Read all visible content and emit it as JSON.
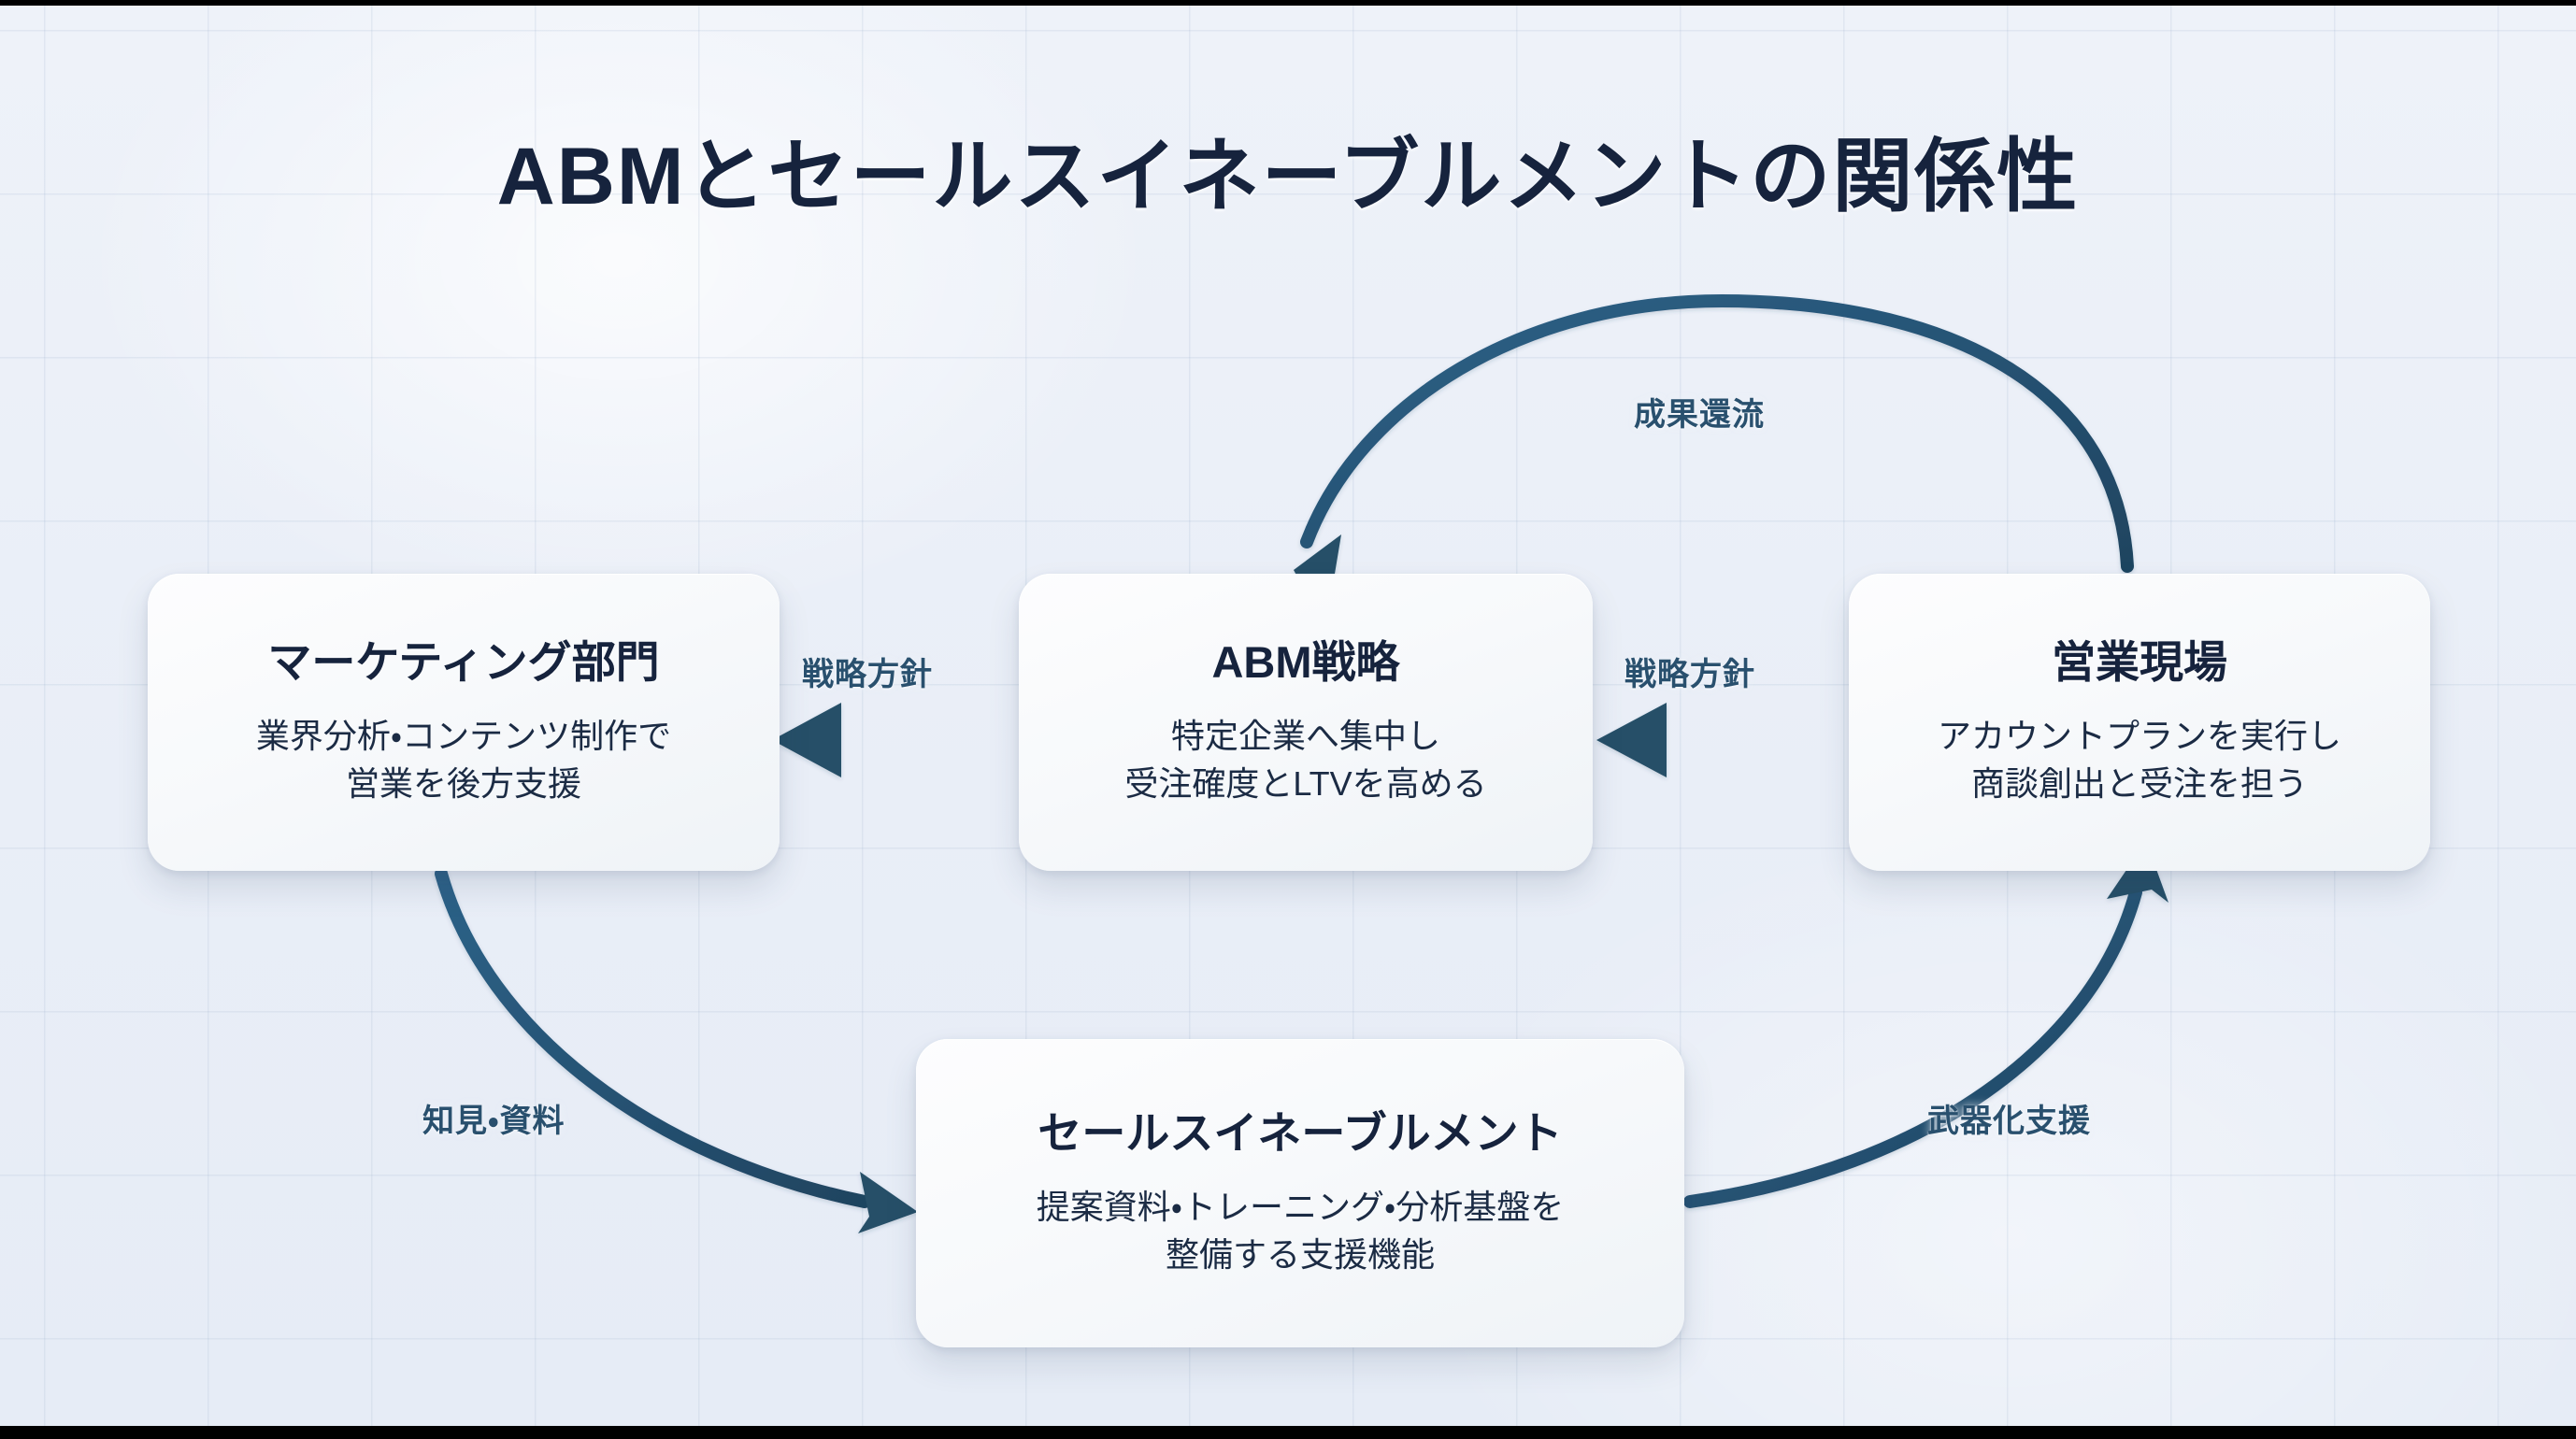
{
  "title": "ABMとセールスイネーブルメントの関係性",
  "theme": {
    "background": "#eef2f9",
    "grid_line": "#94aac8",
    "title_color": "#16233d",
    "node_text": "#16233d",
    "arrow_color": "#2c5f82",
    "arrow_color_dark": "#234b67",
    "edge_label_color": "#29506e",
    "node_surface": "#fbfcfe"
  },
  "nodes": [
    {
      "id": "marketing",
      "title": "マーケティング部門",
      "desc": "業界分析・コンテンツ制作で\n営業を後方支援"
    },
    {
      "id": "abm",
      "title": "ABM戦略",
      "desc": "特定企業へ集中し\n受注確度とLTVを高める"
    },
    {
      "id": "sales",
      "title": "営業現場",
      "desc": "アカウントプランを実行し\n商談創出と受注を担う"
    },
    {
      "id": "enablement",
      "title": "セールスイネーブルメント",
      "desc": "提案資料・トレーニング・分析基盤を\n整備する支援機能"
    }
  ],
  "edges": [
    {
      "id": "policy-left",
      "label": "戦略方針",
      "from": "abm",
      "to": "marketing",
      "style": "straight"
    },
    {
      "id": "policy-right",
      "label": "戦略方針",
      "from": "sales",
      "to": "abm",
      "style": "straight"
    },
    {
      "id": "feedback",
      "label": "成果還流",
      "from": "sales",
      "to": "abm",
      "style": "arc-top"
    },
    {
      "id": "knowledge",
      "label": "知見・資料",
      "from": "marketing",
      "to": "enablement",
      "style": "curve"
    },
    {
      "id": "weapon",
      "label": "武器化支援",
      "from": "enablement",
      "to": "sales",
      "style": "curve"
    }
  ]
}
